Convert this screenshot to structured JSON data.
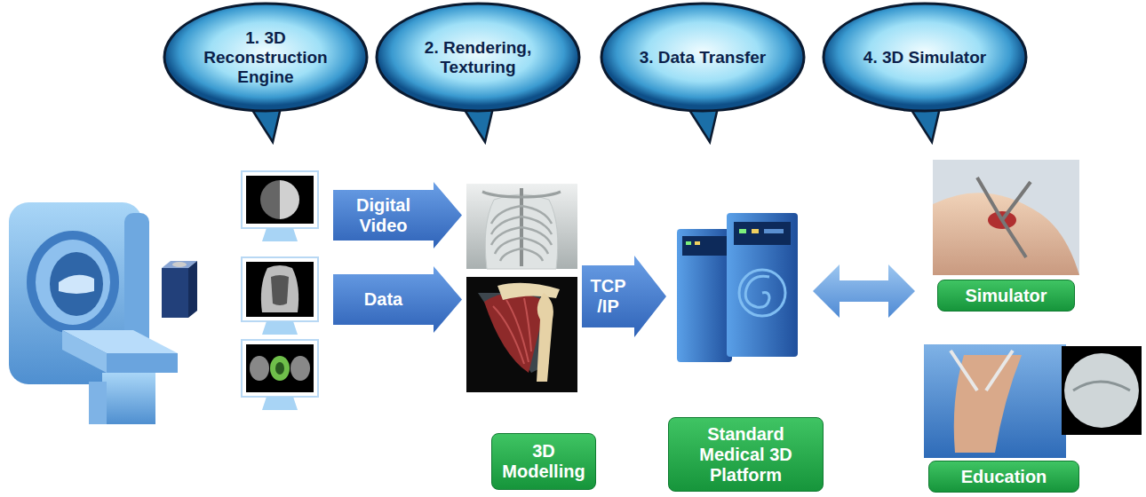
{
  "diagram": {
    "nodes": [
      {
        "text": [
          "1. 3D Reconstruction Engine"
        ]
      },
      {
        "text": [
          "2. Rendering, Texturing"
        ]
      },
      {
        "text": [
          "3. Data Transfer"
        ]
      },
      {
        "text": [
          "4. 3D Simulator"
        ]
      },
      {
        "text": [
          "Digital Video"
        ]
      },
      {
        "text": [
          "Data"
        ]
      },
      {
        "text": [
          "TCP /IP"
        ]
      },
      {
        "text": [
          "Simulator"
        ]
      },
      {
        "text": [
          "3D Modelling"
        ]
      },
      {
        "text": [
          "Standard Medical 3D Platform"
        ]
      },
      {
        "text": [
          "Education"
        ]
      }
    ]
  }
}
